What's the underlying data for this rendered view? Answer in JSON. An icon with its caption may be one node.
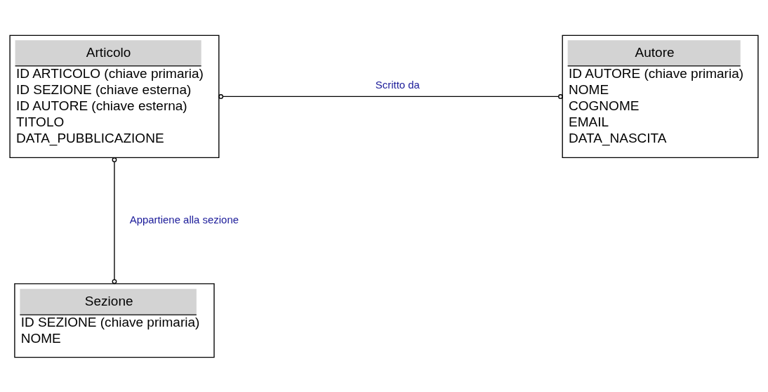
{
  "diagram": {
    "nodes": [
      {
        "text": [
          "Articolo",
          "ID ARTICOLO (chiave primaria)",
          "ID SEZIONE (chiave esterna)",
          "ID AUTORE (chiave esterna)",
          "TITOLO",
          "DATA_PUBBLICAZIONE"
        ]
      },
      {
        "text": [
          "Autore",
          "ID AUTORE (chiave primaria)",
          "NOME",
          "COGNOME",
          "EMAIL",
          "DATA_NASCITA"
        ]
      },
      {
        "text": [
          "Sezione",
          "ID SEZIONE (chiave primaria)",
          "NOME"
        ]
      }
    ],
    "edges": [
      {
        "from": 0,
        "to": 1,
        "arrow": "other",
        "label": "Scritto da"
      },
      {
        "from": 0,
        "to": 2,
        "arrow": "other",
        "label": "Appartiene alla sezione"
      }
    ]
  }
}
